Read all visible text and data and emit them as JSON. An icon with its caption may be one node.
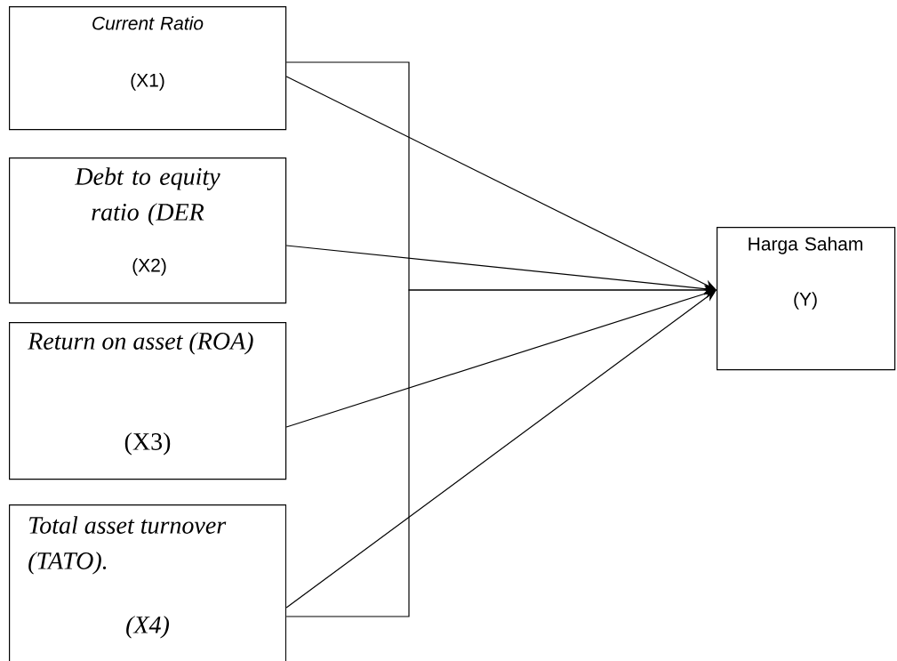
{
  "diagram": {
    "nodes": [
      {
        "text": [
          "Current Ratio",
          "(X1)"
        ]
      },
      {
        "text": [
          "Debt to equity ratio (DER",
          "(X2)"
        ]
      },
      {
        "text": [
          "Return on asset (ROA)",
          "(X3)"
        ]
      },
      {
        "text": [
          "Total asset turnover (TATO).",
          "(X4)"
        ]
      },
      {
        "text": [
          "Harga Saham",
          "(Y)"
        ]
      }
    ],
    "edges": [
      {
        "from": 0,
        "to": 4,
        "arrow": "to"
      },
      {
        "from": 1,
        "to": 4,
        "arrow": "to"
      },
      {
        "from": 2,
        "to": 4,
        "arrow": "to"
      },
      {
        "from": 3,
        "to": 4,
        "arrow": "to"
      },
      {
        "from": 0,
        "to": 4,
        "arrow": "to"
      },
      {
        "from": 3,
        "to": 4,
        "arrow": "to"
      }
    ]
  }
}
